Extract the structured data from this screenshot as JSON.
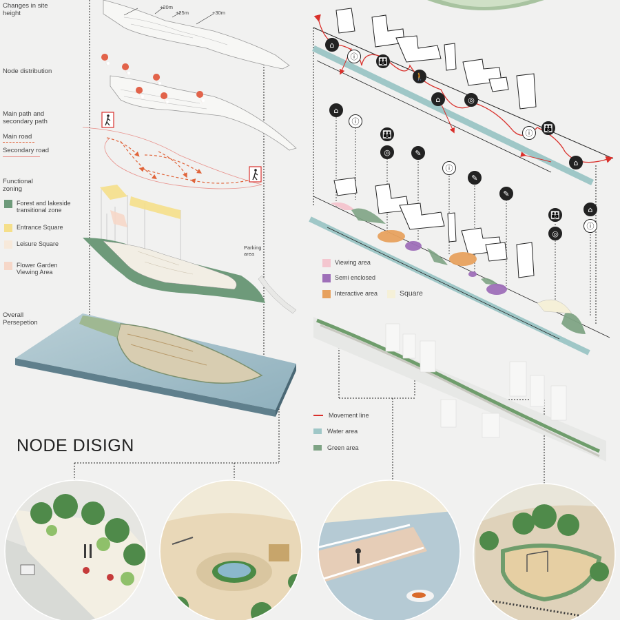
{
  "left_labels": {
    "site_height": "Changes in site height",
    "height_20": "+20m",
    "height_25": "+25m",
    "height_30": "+30m",
    "node_distribution": "Node distribution",
    "paths": "Main path and secondary path",
    "main_road": "Main road",
    "secondary_road": "Secondary road",
    "functional_zoning": "Functional zoning",
    "parking": "Parking area",
    "overall": "Overall Persepetion"
  },
  "zoning_legend": [
    {
      "label": "Forest and lakeside transitional zone",
      "color": "#6e9a7a"
    },
    {
      "label": "Entrance Square",
      "color": "#f5df8a"
    },
    {
      "label": "Leisure Square",
      "color": "#f7e9da"
    },
    {
      "label": "Flower Garden Viewing Area",
      "color": "#f6d7c8"
    }
  ],
  "area_legend": [
    {
      "label": "Viewing area",
      "color": "#f4c6cf"
    },
    {
      "label": "Semi enclosed",
      "color": "#9e6fb8"
    },
    {
      "label": "Interactive area",
      "color": "#e7a15e"
    },
    {
      "label": "Square",
      "color": "#f5f0d8"
    }
  ],
  "line_legend": [
    {
      "label": "Movement line",
      "color": "#d9302b"
    },
    {
      "label": "Water area",
      "color": "#9fc7c7"
    },
    {
      "label": "Green area",
      "color": "#7ea384"
    }
  ],
  "section_title": "NODE DISIGN",
  "icons": {
    "plaza": "gazebo-icon",
    "info": "info-sign-icon",
    "family": "family-icon",
    "ball": "ball-sport-icon",
    "reading": "reading-icon",
    "walker": "pedestrian-icon",
    "pin": "location-pin-icon"
  }
}
